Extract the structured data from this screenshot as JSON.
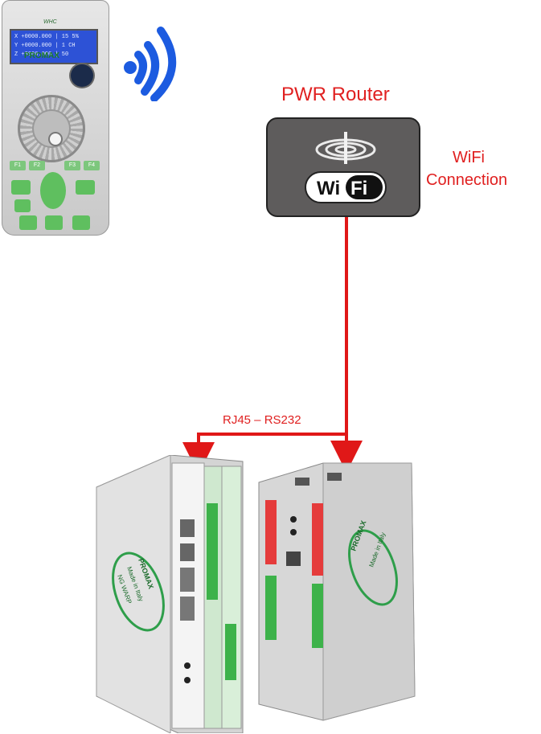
{
  "router": {
    "title": "PWR Router"
  },
  "wifi_connection": {
    "line1": "WiFi",
    "line2": "Connection"
  },
  "cable": {
    "label": "RJ45 – RS232"
  },
  "pendant": {
    "model": "WHC",
    "brand": "PROMAX",
    "screen_lines": [
      "X +0000.000 | 15 5%",
      "Y +0000.000 | 1 CH",
      "Z +0000.000 | 50"
    ],
    "fkeys": [
      "F1",
      "F2",
      "F3",
      "F4"
    ]
  },
  "controller_left": {
    "brand": "PROMAX",
    "slogan": "Made in Italy",
    "product": "NG WARP"
  },
  "controller_right": {
    "brand": "PROMAX",
    "slogan": "Made in Italy"
  },
  "colors": {
    "accent": "#e02020",
    "router_bg": "#5e5c5c",
    "led_green": "#5fbf5f"
  }
}
